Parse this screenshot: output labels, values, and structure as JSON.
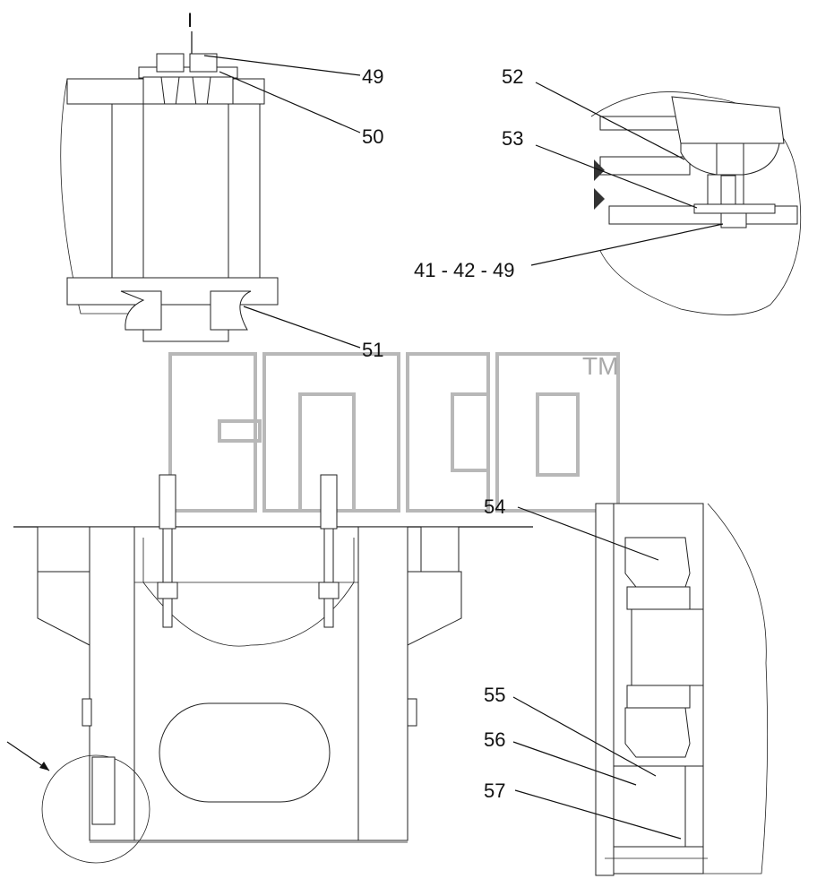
{
  "view_label": "I",
  "watermark": {
    "trademark": "TM"
  },
  "callouts": {
    "c49": "49",
    "c50": "50",
    "c51": "51",
    "c52": "52",
    "c53": "53",
    "c41_42_49": "41 - 42 - 49",
    "c54": "54",
    "c55": "55",
    "c56": "56",
    "c57": "57"
  }
}
